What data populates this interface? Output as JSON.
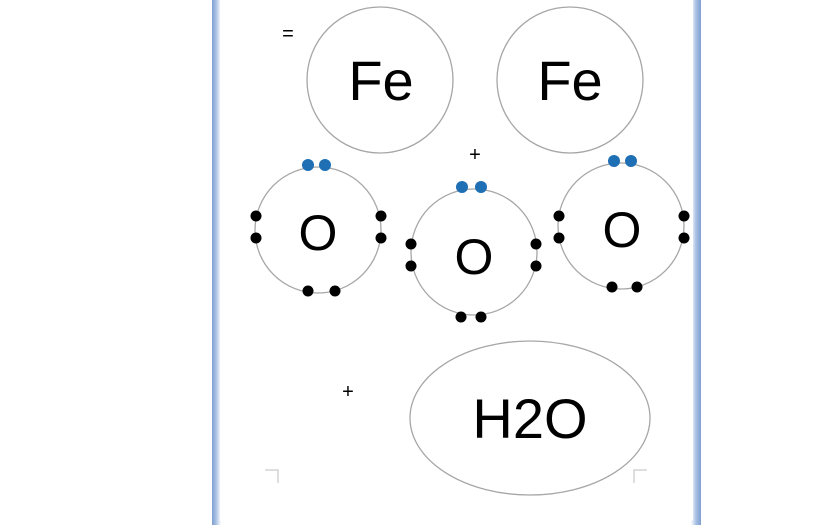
{
  "diagram": {
    "signs": {
      "equals": "=",
      "plus_top": "+",
      "plus_bottom": "+"
    },
    "atoms": [
      {
        "id": "fe-1",
        "label": "Fe"
      },
      {
        "id": "fe-2",
        "label": "Fe"
      },
      {
        "id": "o-1",
        "label": "O"
      },
      {
        "id": "o-2",
        "label": "O"
      },
      {
        "id": "o-3",
        "label": "O"
      }
    ],
    "molecule": {
      "label": "H2O"
    },
    "electron_colors": {
      "bonding": "#1f6fb5",
      "lone_pair": "#000000"
    }
  }
}
